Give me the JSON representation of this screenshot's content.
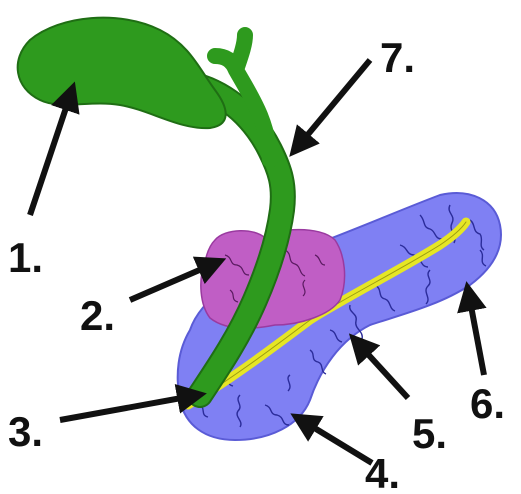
{
  "diagram": {
    "labels": [
      {
        "id": "label-1",
        "text": "1."
      },
      {
        "id": "label-2",
        "text": "2."
      },
      {
        "id": "label-3",
        "text": "3."
      },
      {
        "id": "label-4",
        "text": "4."
      },
      {
        "id": "label-5",
        "text": "5."
      },
      {
        "id": "label-6",
        "text": "6."
      },
      {
        "id": "label-7",
        "text": "7."
      }
    ],
    "colors": {
      "gallbladder": "#2e9a1e",
      "bile_duct": "#2e9a1e",
      "outline": "#1f6e14",
      "pancreas": "#7f80f3",
      "pancreas_folds": "#2b2c9a",
      "pancreatic_duct": "#e6e625",
      "duodenum_region": "#c05ec5",
      "arrow": "#111111"
    }
  }
}
